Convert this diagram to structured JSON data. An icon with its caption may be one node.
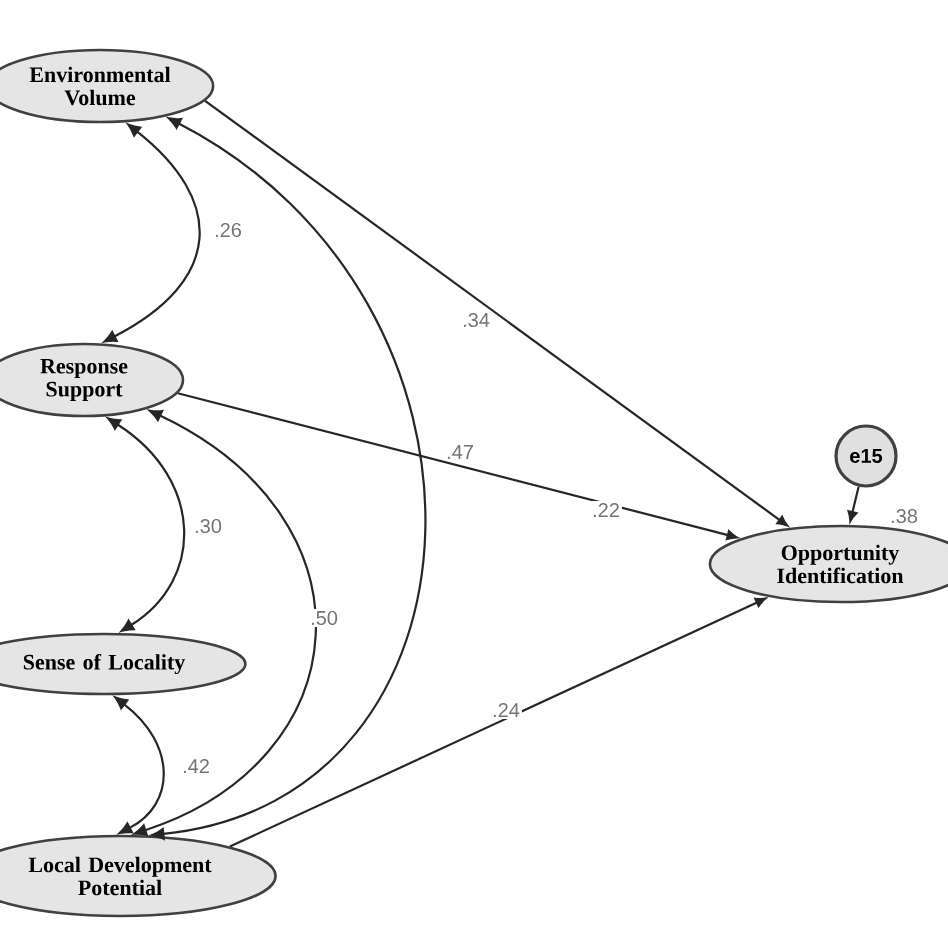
{
  "diagram": {
    "nodes": [
      {
        "text": [
          "Environmental Volume"
        ]
      },
      {
        "text": [
          "Response Support"
        ]
      },
      {
        "text": [
          "Sense of Locality"
        ]
      },
      {
        "text": [
          "Local Development Potential"
        ]
      },
      {
        "text": [
          "Opportunity Identification"
        ],
        "beside": [
          ".38"
        ]
      },
      {
        "text": [
          "e15"
        ]
      }
    ],
    "edges": [
      {
        "from": 0,
        "to": 1,
        "arrow": "both",
        "label": ".26"
      },
      {
        "from": 1,
        "to": 2,
        "arrow": "both",
        "label": ".30"
      },
      {
        "from": 2,
        "to": 3,
        "arrow": "both",
        "label": ".42"
      },
      {
        "from": 0,
        "to": 3,
        "arrow": "both",
        "label": ".47"
      },
      {
        "from": 1,
        "to": 3,
        "arrow": "both",
        "label": ".50"
      },
      {
        "from": 0,
        "to": 4,
        "arrow": "to",
        "label": ".34"
      },
      {
        "from": 1,
        "to": 4,
        "arrow": "to",
        "label": ".22"
      },
      {
        "from": 3,
        "to": 4,
        "arrow": "to",
        "label": ".24"
      },
      {
        "from": 5,
        "to": 4,
        "arrow": "to"
      }
    ]
  }
}
